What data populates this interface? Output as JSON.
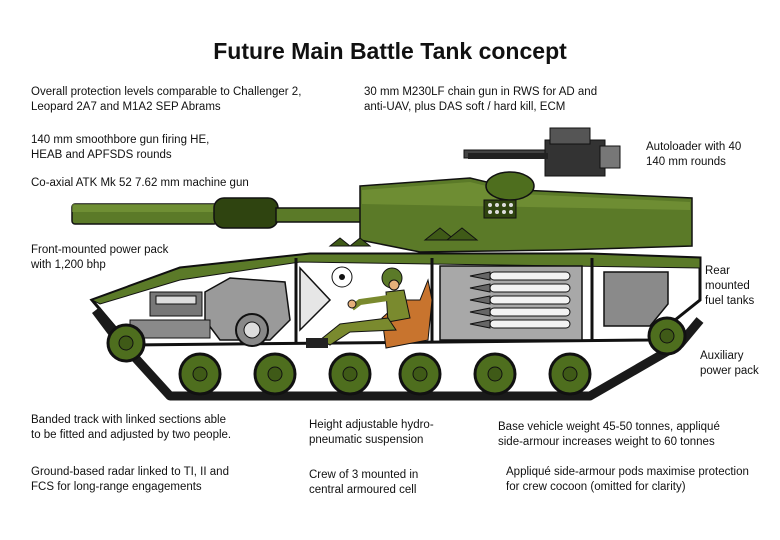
{
  "title": "Future Main Battle Tank concept",
  "labels": {
    "protection": "Overall protection levels comparable to Challenger 2,\nLeopard 2A7 and M1A2 SEP Abrams",
    "chain_gun": "30 mm M230LF chain gun in RWS for AD and\nanti-UAV, plus DAS soft / hard kill, ECM",
    "main_gun": "140 mm smoothbore gun firing HE,\nHEAB and APFSDS rounds",
    "autoloader": "Autoloader with 40\n140 mm rounds",
    "coaxial": "Co-axial ATK Mk 52 7.62 mm machine gun",
    "power_pack": "Front-mounted power pack\nwith 1,200 bhp",
    "fuel_tanks": "Rear\nmounted\nfuel tanks",
    "aux_power": "Auxiliary\npower pack",
    "track": "Banded track with linked sections  able\nto be fitted and adjusted by two people.",
    "suspension": "Height adjustable hydro-\npneumatic suspension",
    "weight": "Base vehicle weight 45-50 tonnes, appliqué\nside-armour increases weight to 60 tonnes",
    "radar": "Ground-based radar linked to TI, II and\nFCS for long-range engagements",
    "crew": "Crew of 3 mounted in\ncentral armoured cell",
    "side_armour": "Appliqué side-armour pods maximise protection\nfor crew cocoon (omitted for clarity)"
  },
  "colors": {
    "hull_green": "#5b7a28",
    "dark_green": "#3f5a17",
    "wheel_green": "#4e6e1e",
    "track_black": "#1a1a1a",
    "engine_grey": "#9a9a9a",
    "ammo_white": "#f2f2f2",
    "seat_orange": "#c8742e",
    "uniform_olive": "#7a8a2e"
  }
}
